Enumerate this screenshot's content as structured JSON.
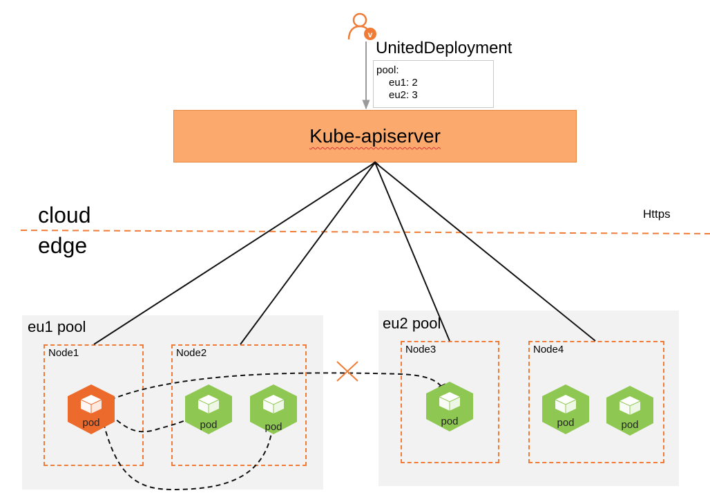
{
  "user": {
    "icon": "user-icon",
    "badge_letter": "v"
  },
  "resource": {
    "title": "UnitedDeployment",
    "spec_lines": [
      "pool:",
      "eu1: 2",
      "eu2: 3"
    ]
  },
  "apiserver": {
    "label": "Kube-apiserver"
  },
  "regions": {
    "cloud": "cloud",
    "edge": "edge",
    "protocol": "Https"
  },
  "pools": [
    {
      "label": "eu1 pool",
      "nodes": [
        {
          "label": "Node1",
          "pods": [
            {
              "label": "pod",
              "color": "#ec6a2b"
            }
          ]
        },
        {
          "label": "Node2",
          "pods": [
            {
              "label": "pod",
              "color": "#8ec852"
            },
            {
              "label": "pod",
              "color": "#8ec852"
            }
          ]
        }
      ]
    },
    {
      "label": "eu2 pool",
      "nodes": [
        {
          "label": "Node3",
          "pods": [
            {
              "label": "pod",
              "color": "#8ec852"
            }
          ]
        },
        {
          "label": "Node4",
          "pods": [
            {
              "label": "pod",
              "color": "#8ec852"
            },
            {
              "label": "pod",
              "color": "#8ec852"
            }
          ]
        }
      ]
    }
  ],
  "colors": {
    "accent_orange": "#ef7b36",
    "apiserver_fill": "#fba96c",
    "pod_green": "#8ec852",
    "pod_orange": "#ec6a2b",
    "pool_bg": "#f2f2f2",
    "blocked_mark": "#ef7b36"
  }
}
